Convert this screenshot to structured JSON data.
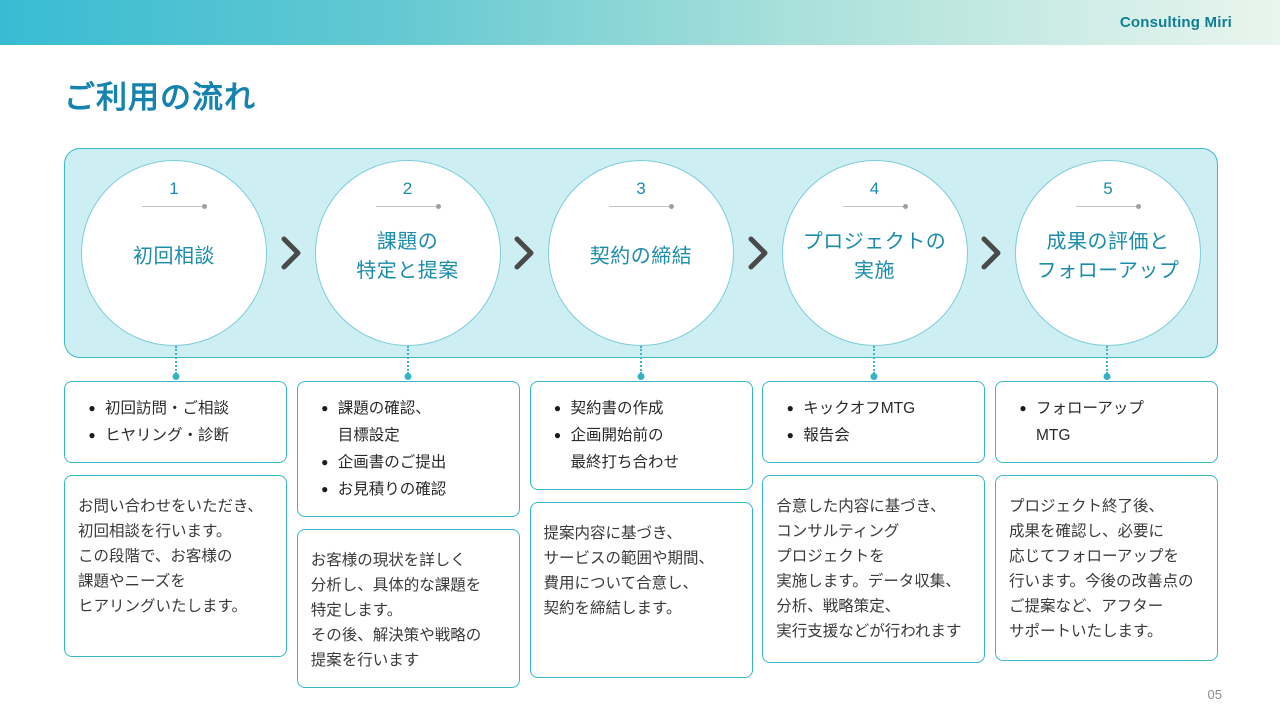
{
  "header": {
    "brand": "Consulting Miri"
  },
  "title": "ご利用の流れ",
  "page_number": "05",
  "glyphs": {
    "bullet": "●"
  },
  "colors": {
    "accent_teal": "#35b8c9",
    "band_fill": "#cdeef2",
    "title_text": "#1583ad",
    "circle_text": "#1b8cab",
    "chevron": "#4a4a4a"
  },
  "steps": [
    {
      "number": "1",
      "label": "初回相談",
      "bullets": [
        "初回訪問・ご相談",
        "ヒヤリング・診断"
      ],
      "description": "お問い合わせをいただき、\n初回相談を行います。\nこの段階で、お客様の\n課題やニーズを\nヒアリングいたします。"
    },
    {
      "number": "2",
      "label": "課題の\n特定と提案",
      "bullets": [
        "課題の確認、\n目標設定",
        "企画書のご提出",
        "お見積りの確認"
      ],
      "description": "お客様の現状を詳しく\n分析し、具体的な課題を\n特定します。\nその後、解決策や戦略の\n提案を行います"
    },
    {
      "number": "3",
      "label": "契約の締結",
      "bullets": [
        "契約書の作成",
        "企画開始前の\n最終打ち合わせ"
      ],
      "description": "提案内容に基づき、\nサービスの範囲や期間、\n費用について合意し、\n契約を締結します。"
    },
    {
      "number": "4",
      "label": "プロジェクトの\n実施",
      "bullets": [
        "キックオフMTG",
        "報告会"
      ],
      "description": "合意した内容に基づき、\nコンサルティング\nプロジェクトを\n実施します。データ収集、\n分析、戦略策定、\n実行支援などが行われます"
    },
    {
      "number": "5",
      "label": "成果の評価と\nフォローアップ",
      "bullets": [
        "フォローアップ\nMTG"
      ],
      "description": "プロジェクト終了後、\n成果を確認し、必要に\n応じてフォローアップを\n行います。今後の改善点の\nご提案など、アフター\nサポートいたします。"
    }
  ]
}
